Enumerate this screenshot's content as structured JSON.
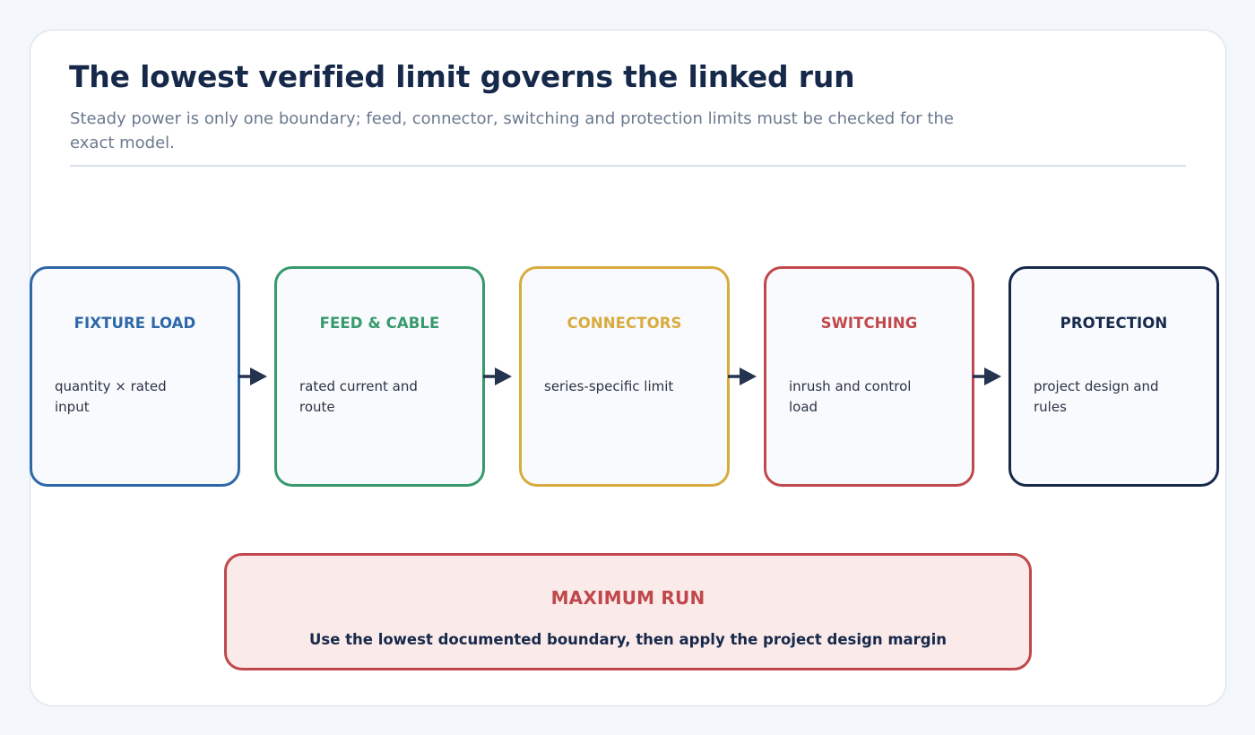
{
  "header": {
    "title": "The lowest verified limit governs the linked run",
    "subtitle": "Steady power is only one boundary; feed, connector, switching and protection limits must be checked for the exact model."
  },
  "stages": [
    {
      "title": "FIXTURE LOAD",
      "body": "quantity × rated input",
      "color": "#2e68a8"
    },
    {
      "title": "FEED & CABLE",
      "body": "rated current and route",
      "color": "#37996c"
    },
    {
      "title": "CONNECTORS",
      "body": "series-specific limit",
      "color": "#d9ab3c"
    },
    {
      "title": "SWITCHING",
      "body": "inrush and control load",
      "color": "#c0484c"
    },
    {
      "title": "PROTECTION",
      "body": "project design and rules",
      "color": "#17294a"
    }
  ],
  "result": {
    "title": "MAXIMUM RUN",
    "body": "Use the lowest documented boundary, then apply the project design margin",
    "color": "#c0484c"
  },
  "colors": {
    "arrow": "#24344f",
    "title_text": "#17294a",
    "subtitle_text": "#6b7a8f"
  }
}
